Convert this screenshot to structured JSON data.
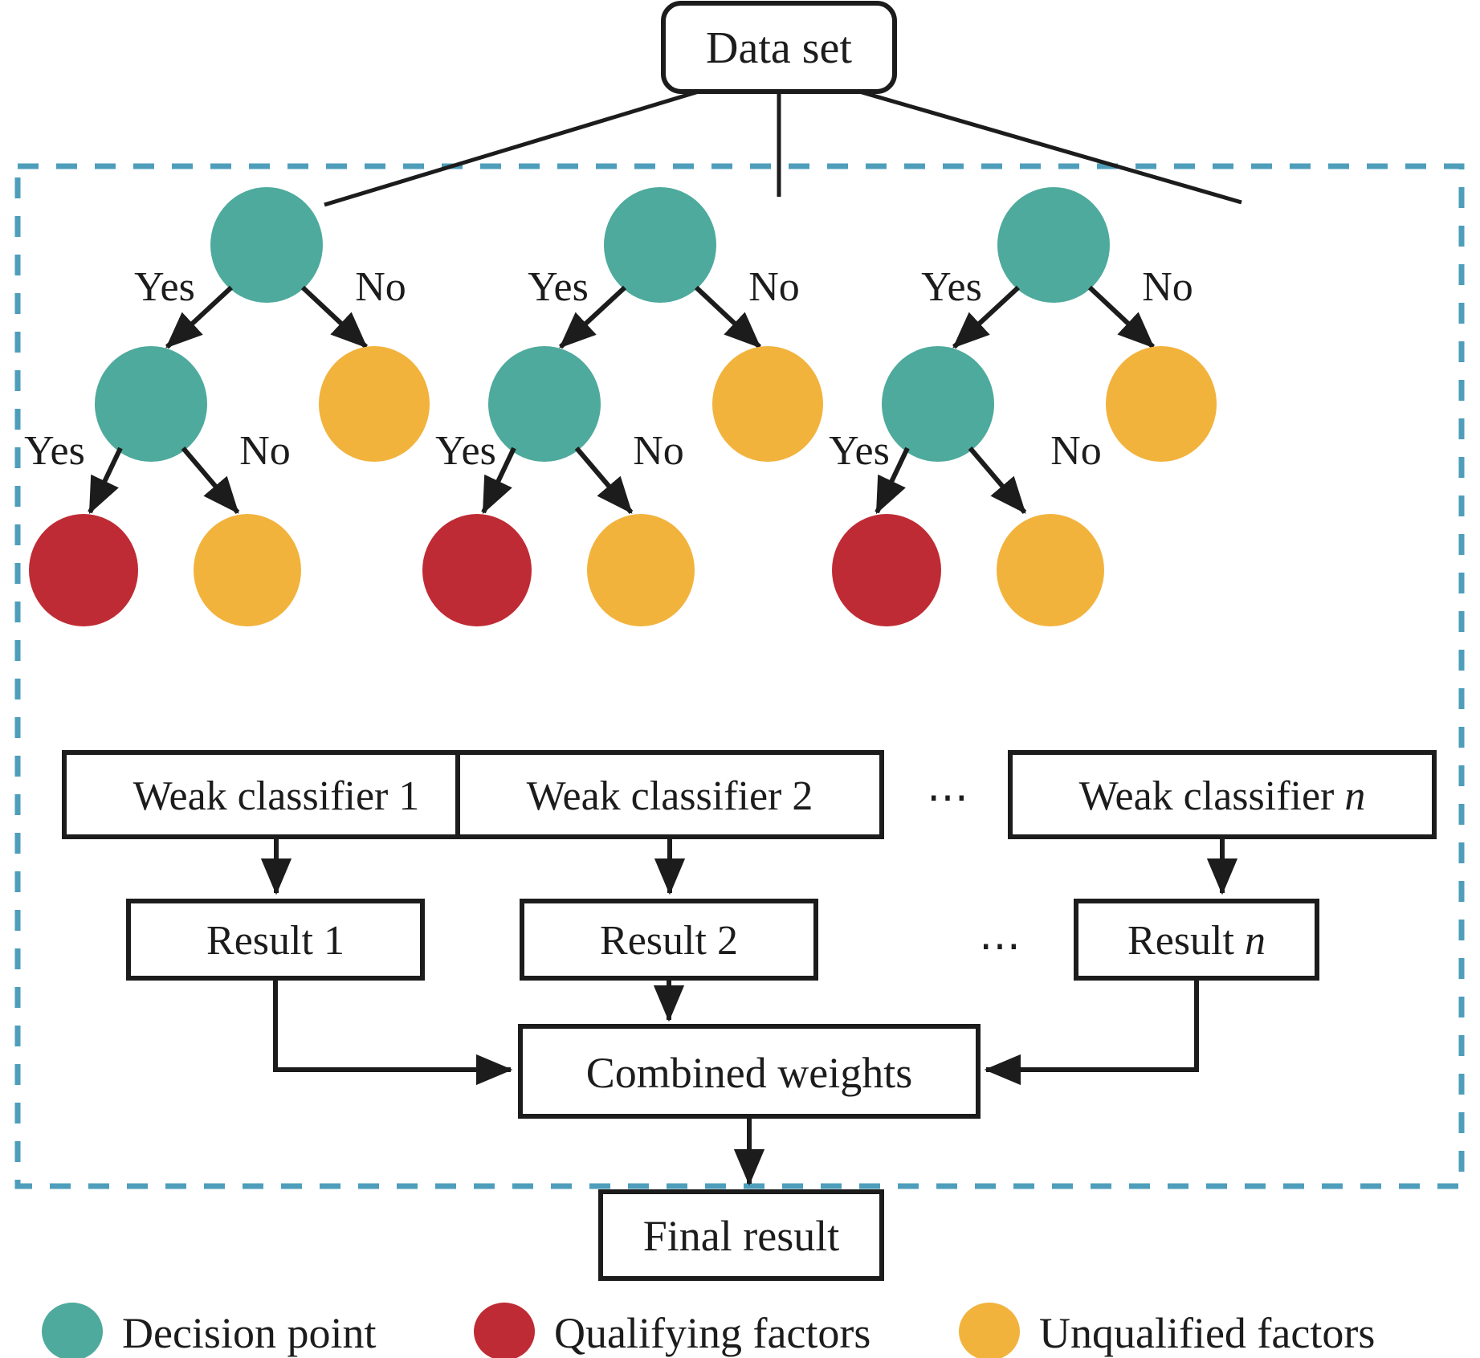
{
  "diagram": {
    "title_box": {
      "label": "Data set"
    },
    "branch_labels": {
      "yes": "Yes",
      "no": "No"
    },
    "ellipsis": "⋯",
    "colors": {
      "decision_teal": "#4EAA9C",
      "qualifying_red": "#BF2B34",
      "unqualified_yellow": "#F2B33D",
      "dashed_border": "#4E9EBB",
      "stroke": "#1c1c1c",
      "background": "#ffffff"
    },
    "trees": [
      {
        "name": "tree-1",
        "root": {
          "type": "decision",
          "label": ""
        },
        "edges": [
          {
            "from": "root",
            "label": "Yes",
            "to": "decision"
          },
          {
            "from": "root",
            "label": "No",
            "to": "unqualified"
          },
          {
            "from": "decision",
            "label": "Yes",
            "to": "qualifying"
          },
          {
            "from": "decision",
            "label": "No",
            "to": "unqualified"
          }
        ],
        "classifier": "Weak classifier 1",
        "classifier_sub": "",
        "result": "Result 1",
        "result_sub": ""
      },
      {
        "name": "tree-2",
        "root": {
          "type": "decision",
          "label": ""
        },
        "edges": [
          {
            "from": "root",
            "label": "Yes",
            "to": "decision"
          },
          {
            "from": "root",
            "label": "No",
            "to": "unqualified"
          },
          {
            "from": "decision",
            "label": "Yes",
            "to": "qualifying"
          },
          {
            "from": "decision",
            "label": "No",
            "to": "unqualified"
          }
        ],
        "classifier": "Weak classifier 2",
        "classifier_sub": "",
        "result": "Result 2",
        "result_sub": ""
      },
      {
        "name": "tree-n",
        "root": {
          "type": "decision",
          "label": ""
        },
        "edges": [
          {
            "from": "root",
            "label": "Yes",
            "to": "decision"
          },
          {
            "from": "root",
            "label": "No",
            "to": "unqualified"
          },
          {
            "from": "decision",
            "label": "Yes",
            "to": "qualifying"
          },
          {
            "from": "decision",
            "label": "No",
            "to": "unqualified"
          }
        ],
        "classifier": "Weak classifier ",
        "classifier_sub": "n",
        "result": "Result ",
        "result_sub": "n"
      }
    ],
    "combine_box": {
      "label": "Combined weights"
    },
    "final_box": {
      "label": "Final result"
    },
    "legend": [
      {
        "key": "decision-point",
        "label": "Decision point",
        "color": "#4EAA9C"
      },
      {
        "key": "qualifying-factors",
        "label": "Qualifying factors",
        "color": "#BF2B34"
      },
      {
        "key": "unqualified-factors",
        "label": "Unqualified factors",
        "color": "#F2B33D"
      }
    ]
  }
}
